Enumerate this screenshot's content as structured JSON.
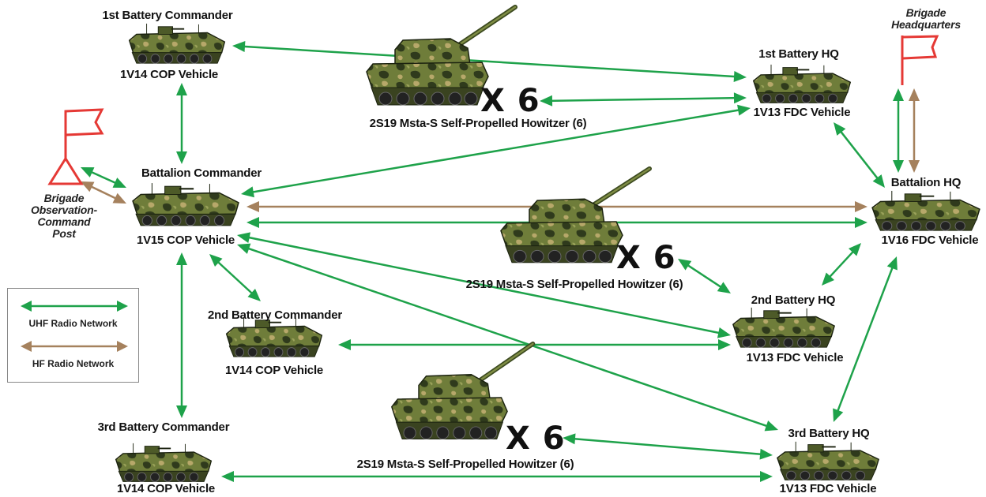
{
  "colors": {
    "uhf": "#1ea24a",
    "hf": "#a5815d",
    "flag": "#e53935",
    "camo_base": "#6f7d3a",
    "camo_dark": "#2f3a1c",
    "camo_light": "#b7a86a"
  },
  "nodes": {
    "bat1_cmd": {
      "title": "1st Battery Commander",
      "subtitle": "1V14 COP Vehicle"
    },
    "bat2_cmd": {
      "title": "2nd Battery Commander",
      "subtitle": "1V14 COP Vehicle"
    },
    "bat3_cmd": {
      "title": "3rd Battery Commander",
      "subtitle": "1V14 COP Vehicle"
    },
    "bn_cmd": {
      "title": "Battalion Commander",
      "subtitle": "1V15 COP Vehicle"
    },
    "bat1_hq": {
      "title": "1st Battery HQ",
      "subtitle": "1V13 FDC Vehicle"
    },
    "bat2_hq": {
      "title": "2nd Battery HQ",
      "subtitle": "1V13 FDC Vehicle"
    },
    "bat3_hq": {
      "title": "3rd Battery HQ",
      "subtitle": "1V13 FDC Vehicle"
    },
    "bn_hq": {
      "title": "Battalion HQ",
      "subtitle": "1V16 FDC Vehicle"
    },
    "gun1": {
      "label": "2S19 Msta-S Self-Propelled Howitzer (6)",
      "multiplier": "X 6"
    },
    "gun2": {
      "label": "2S19 Msta-S Self-Propelled Howitzer  (6)",
      "multiplier": "X 6"
    },
    "gun3": {
      "label": "2S19 Msta-S Self-Propelled Howitzer (6)",
      "multiplier": "X 6"
    },
    "brigade_ocp": {
      "label": "Brigade Observation-Command Post"
    },
    "brigade_hq": {
      "label": "Brigade Headquarters"
    }
  },
  "legend": {
    "uhf_label": "UHF Radio Network",
    "hf_label": "HF Radio Network"
  },
  "links": [
    {
      "from": "bat1_cmd",
      "to": "bat1_hq",
      "network": "uhf"
    },
    {
      "from": "bat1_cmd",
      "to": "bn_cmd",
      "network": "uhf"
    },
    {
      "from": "gun1",
      "to": "bat1_hq",
      "network": "uhf"
    },
    {
      "from": "bat1_hq",
      "to": "bn_cmd",
      "network": "uhf"
    },
    {
      "from": "bat1_hq",
      "to": "bn_hq",
      "network": "uhf"
    },
    {
      "from": "brigade_hq",
      "to": "bn_hq",
      "network": "uhf"
    },
    {
      "from": "brigade_hq",
      "to": "bn_hq",
      "network": "hf"
    },
    {
      "from": "brigade_ocp",
      "to": "bn_cmd",
      "network": "uhf"
    },
    {
      "from": "brigade_ocp",
      "to": "bn_cmd",
      "network": "hf"
    },
    {
      "from": "bn_cmd",
      "to": "bn_hq",
      "network": "hf"
    },
    {
      "from": "bn_cmd",
      "to": "bn_hq",
      "network": "uhf"
    },
    {
      "from": "bn_cmd",
      "to": "bat2_cmd",
      "network": "uhf"
    },
    {
      "from": "bn_cmd",
      "to": "bat3_cmd",
      "network": "uhf"
    },
    {
      "from": "bn_cmd",
      "to": "bat2_hq",
      "network": "uhf"
    },
    {
      "from": "bn_cmd",
      "to": "bat3_hq",
      "network": "uhf"
    },
    {
      "from": "gun2",
      "to": "bat2_hq",
      "network": "uhf"
    },
    {
      "from": "bat2_hq",
      "to": "bn_hq",
      "network": "uhf"
    },
    {
      "from": "bat2_cmd",
      "to": "bat2_hq",
      "network": "uhf"
    },
    {
      "from": "bat3_hq",
      "to": "bn_hq",
      "network": "uhf"
    },
    {
      "from": "gun3",
      "to": "bat3_hq",
      "network": "uhf"
    },
    {
      "from": "bat3_cmd",
      "to": "bat3_hq",
      "network": "uhf"
    }
  ]
}
